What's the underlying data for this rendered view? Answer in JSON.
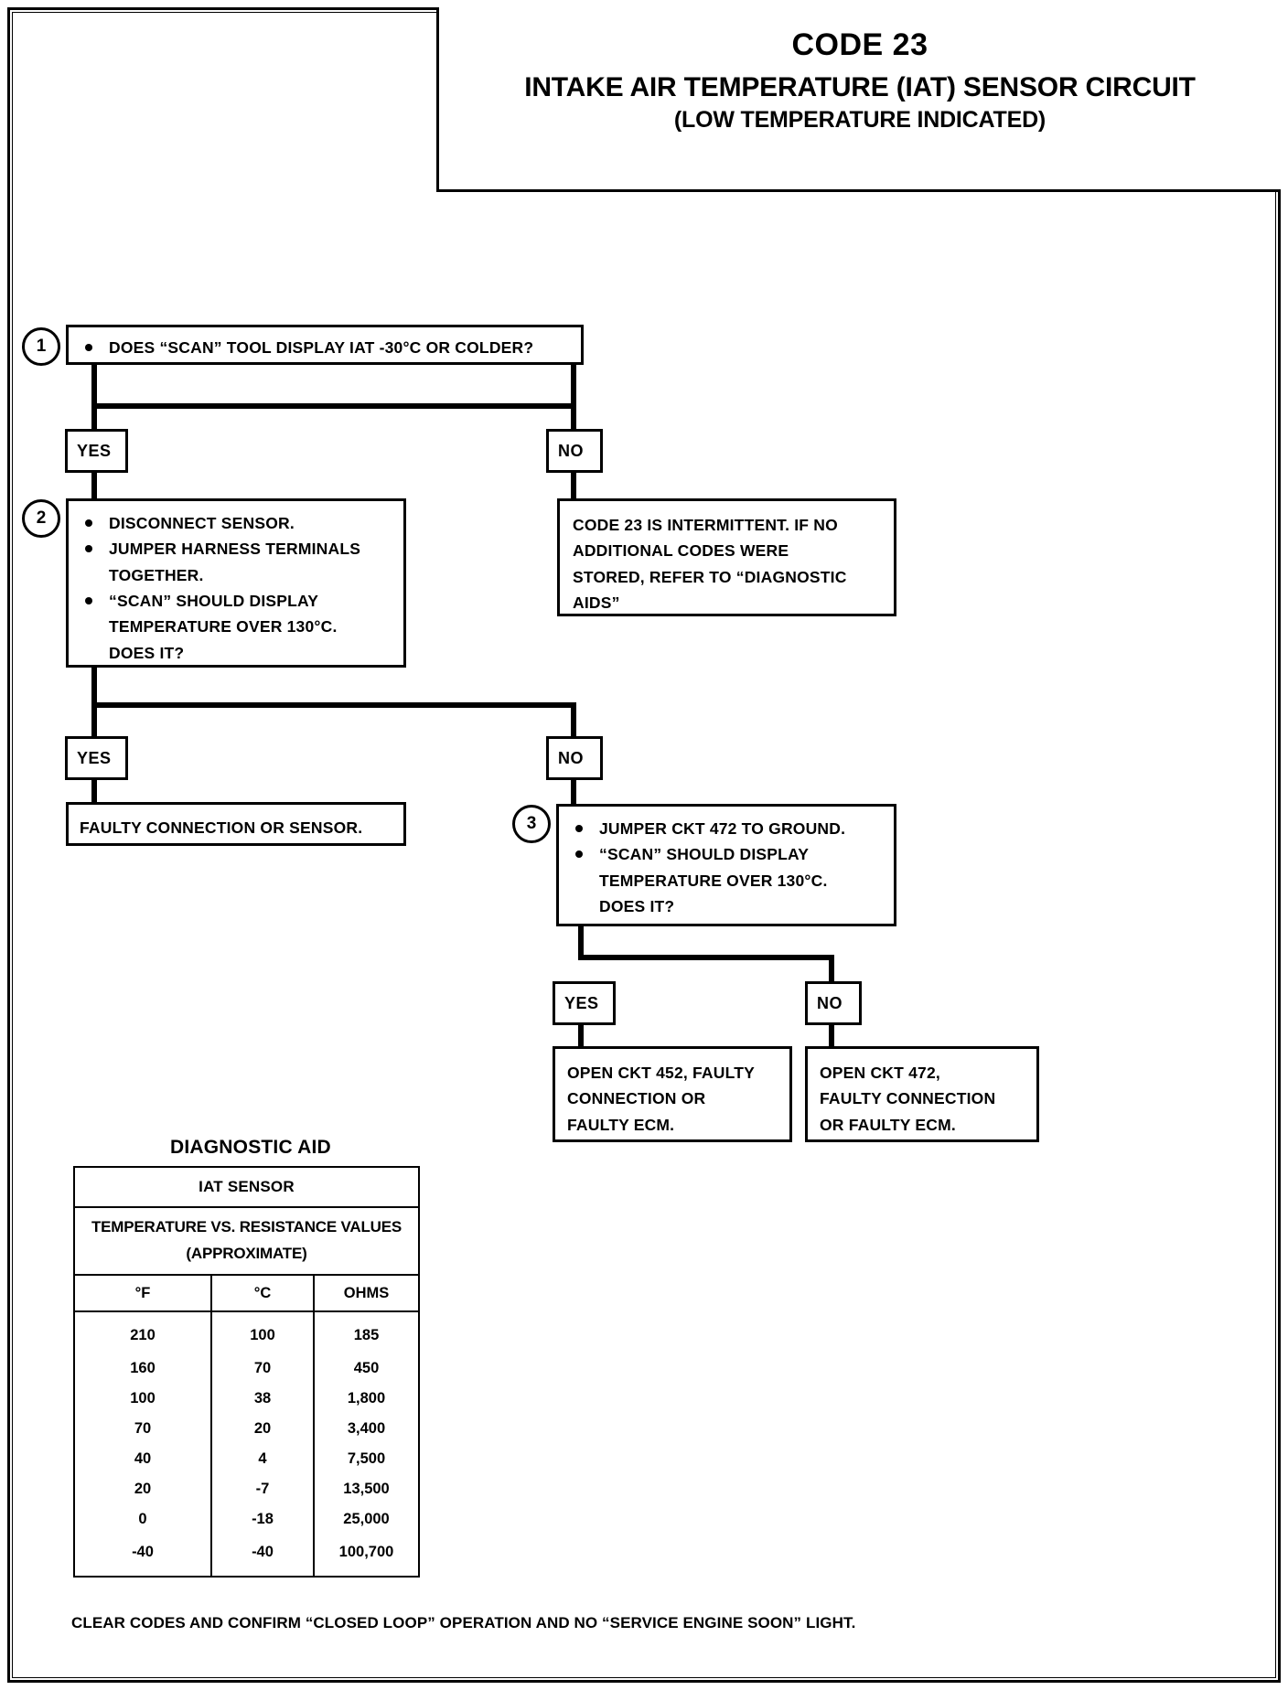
{
  "header": {
    "code": "CODE 23",
    "title": "INTAKE AIR TEMPERATURE (IAT) SENSOR CIRCUIT",
    "subtitle": "(LOW TEMPERATURE INDICATED)"
  },
  "steps": {
    "step1": {
      "number": "1",
      "bullets": [
        "DOES “SCAN” TOOL DISPLAY IAT -30°C OR COLDER?"
      ]
    },
    "step2": {
      "number": "2",
      "bullets": [
        "DISCONNECT SENSOR.",
        "JUMPER HARNESS TERMINALS\nTOGETHER.",
        "“SCAN” SHOULD DISPLAY\nTEMPERATURE OVER 130°C.\nDOES IT?"
      ]
    },
    "step3": {
      "number": "3",
      "bullets": [
        "JUMPER CKT 472 TO GROUND.",
        "“SCAN” SHOULD DISPLAY\nTEMPERATURE OVER 130°C.\nDOES IT?"
      ]
    }
  },
  "branches": {
    "b1_yes": "YES",
    "b1_no": "NO",
    "b2_yes": "YES",
    "b2_no": "NO",
    "b3_yes": "YES",
    "b3_no": "NO"
  },
  "results": {
    "intermittent": "CODE 23 IS INTERMITTENT.  IF NO\nADDITIONAL CODES WERE\nSTORED, REFER TO “DIAGNOSTIC\nAIDS”",
    "faulty_connection_sensor": "FAULTY CONNECTION OR SENSOR.",
    "open_ckt_452": "OPEN CKT 452, FAULTY\nCONNECTION OR\nFAULTY ECM.",
    "open_ckt_472": "OPEN CKT 472,\nFAULTY CONNECTION\nOR FAULTY ECM."
  },
  "diagnostic_aid": {
    "title": "DIAGNOSTIC AID",
    "table_title": "IAT SENSOR",
    "table_subtitle": "TEMPERATURE VS. RESISTANCE VALUES\n(APPROXIMATE)",
    "columns": [
      "°F",
      "°C",
      "OHMS"
    ],
    "rows": [
      [
        "210",
        "100",
        "185"
      ],
      [
        "160",
        "70",
        "450"
      ],
      [
        "100",
        "38",
        "1,800"
      ],
      [
        "70",
        "20",
        "3,400"
      ],
      [
        "40",
        "4",
        "7,500"
      ],
      [
        "20",
        "-7",
        "13,500"
      ],
      [
        "0",
        "-18",
        "25,000"
      ],
      [
        "-40",
        "-40",
        "100,700"
      ]
    ]
  },
  "footer": "CLEAR CODES AND CONFIRM “CLOSED LOOP”  OPERATION AND NO “SERVICE ENGINE SOON” LIGHT."
}
